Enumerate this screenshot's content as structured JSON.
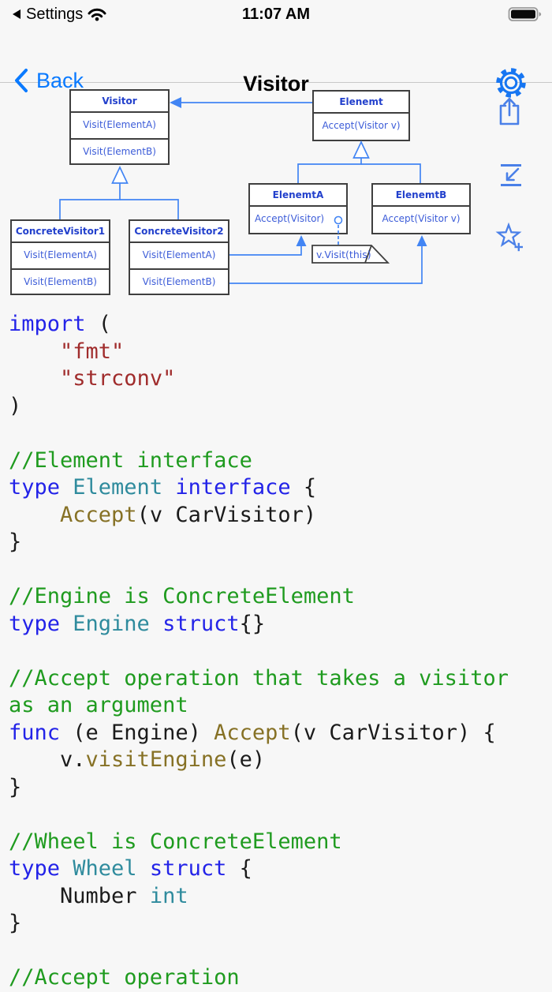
{
  "status_bar": {
    "back_app": "Settings",
    "time": "11:07 AM"
  },
  "nav_bar": {
    "back_label": "Back",
    "title": "Visitor"
  },
  "colors": {
    "background": "#f7f7f7",
    "ios_blue": "#0a7aff",
    "side_icon_blue": "#4a80e8",
    "diagram_line_blue": "#4285f4",
    "uml_title_blue": "#2240cc",
    "uml_row_blue": "#3c5cd8",
    "code_keyword": "#2323e8",
    "code_type": "#2f8b9d",
    "code_function": "#867125",
    "code_comment": "#1f9b1f",
    "code_string": "#a02c2c"
  },
  "icons": {
    "status": [
      "back-triangle-icon",
      "wifi-icon",
      "battery-icon"
    ],
    "nav": [
      "back-chevron-icon",
      "gear-icon"
    ],
    "side": [
      "share-icon",
      "collapse-icon",
      "add-favorite-icon"
    ]
  },
  "diagram": {
    "visitor": {
      "title": "Visitor",
      "rows": [
        "Visit(ElementA)",
        "Visit(ElementB)"
      ]
    },
    "concrete1": {
      "title": "ConcreteVisitor1",
      "rows": [
        "Visit(ElementA)",
        "Visit(ElementB)"
      ]
    },
    "concrete2": {
      "title": "ConcreteVisitor2",
      "rows": [
        "Visit(ElementA)",
        "Visit(ElementB)"
      ]
    },
    "element": {
      "title": "Elenemt",
      "rows": [
        "Accept(Visitor v)"
      ]
    },
    "elementA": {
      "title": "ElenemtA",
      "rows": [
        "Accept(Visitor)"
      ]
    },
    "elementB": {
      "title": "ElenemtB",
      "rows": [
        "Accept(Visitor v)"
      ]
    },
    "note": "v.Visit(this)"
  },
  "code": {
    "language": "go",
    "lines": [
      [
        {
          "c": "kw",
          "t": "import "
        },
        {
          "c": "pl",
          "t": "("
        }
      ],
      [
        {
          "c": "pl",
          "t": "    "
        },
        {
          "c": "str",
          "t": "\"fmt\""
        }
      ],
      [
        {
          "c": "pl",
          "t": "    "
        },
        {
          "c": "str",
          "t": "\"strconv\""
        }
      ],
      [
        {
          "c": "pl",
          "t": ")"
        }
      ],
      [],
      [
        {
          "c": "cm",
          "t": "//Element interface"
        }
      ],
      [
        {
          "c": "kw",
          "t": "type "
        },
        {
          "c": "ty",
          "t": "Element "
        },
        {
          "c": "kw",
          "t": "interface "
        },
        {
          "c": "pl",
          "t": "{"
        }
      ],
      [
        {
          "c": "pl",
          "t": "    "
        },
        {
          "c": "fn",
          "t": "Accept"
        },
        {
          "c": "pl",
          "t": "(v CarVisitor)"
        }
      ],
      [
        {
          "c": "pl",
          "t": "}"
        }
      ],
      [],
      [
        {
          "c": "cm",
          "t": "//Engine is ConcreteElement"
        }
      ],
      [
        {
          "c": "kw",
          "t": "type "
        },
        {
          "c": "ty",
          "t": "Engine "
        },
        {
          "c": "kw",
          "t": "struct"
        },
        {
          "c": "pl",
          "t": "{}"
        }
      ],
      [],
      [
        {
          "c": "cm",
          "t": "//Accept operation that takes a visitor"
        }
      ],
      [
        {
          "c": "cm",
          "t": "as an argument"
        }
      ],
      [
        {
          "c": "kw",
          "t": "func "
        },
        {
          "c": "pl",
          "t": "(e Engine) "
        },
        {
          "c": "fn",
          "t": "Accept"
        },
        {
          "c": "pl",
          "t": "(v CarVisitor) {"
        }
      ],
      [
        {
          "c": "pl",
          "t": "    v."
        },
        {
          "c": "fn",
          "t": "visitEngine"
        },
        {
          "c": "pl",
          "t": "(e)"
        }
      ],
      [
        {
          "c": "pl",
          "t": "}"
        }
      ],
      [],
      [
        {
          "c": "cm",
          "t": "//Wheel is ConcreteElement"
        }
      ],
      [
        {
          "c": "kw",
          "t": "type "
        },
        {
          "c": "ty",
          "t": "Wheel "
        },
        {
          "c": "kw",
          "t": "struct "
        },
        {
          "c": "pl",
          "t": "{"
        }
      ],
      [
        {
          "c": "pl",
          "t": "    Number "
        },
        {
          "c": "ty",
          "t": "int"
        }
      ],
      [
        {
          "c": "pl",
          "t": "}"
        }
      ],
      [],
      [
        {
          "c": "cm",
          "t": "//Accept operation"
        }
      ]
    ]
  }
}
